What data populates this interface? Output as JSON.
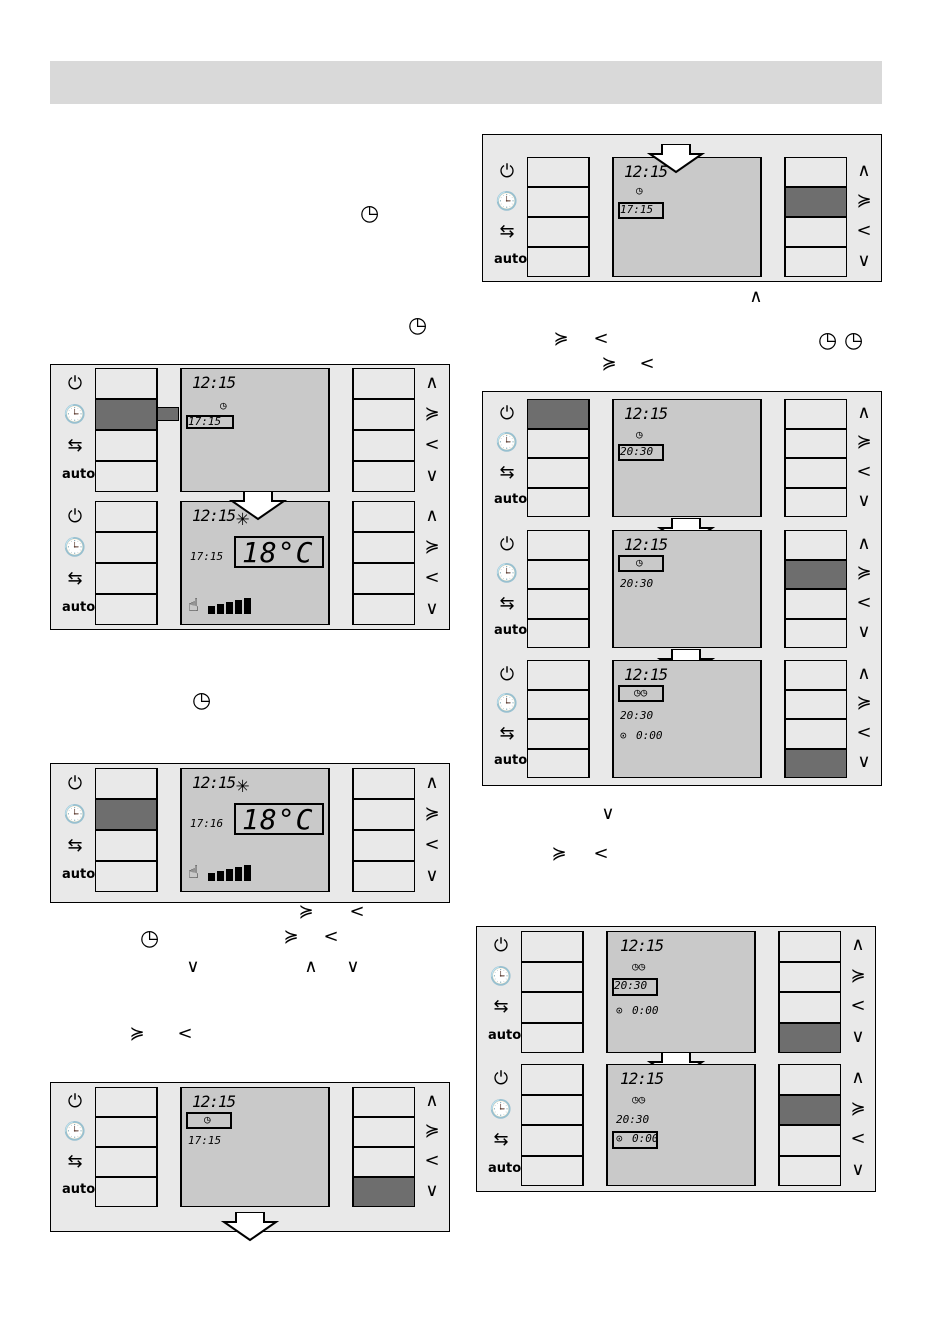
{
  "icons": {
    "power": "⏻",
    "clock": "🕒",
    "swap": "⇆",
    "auto": "auto",
    "up": "∧",
    "down": "∨",
    "plus": "≽",
    "minus": "<",
    "snow": "✳",
    "hand": "☝"
  },
  "lcd": {
    "time": "12:15",
    "temp": "18°C",
    "t_1715": "17:15",
    "t_1716": "17:16",
    "t_2030": "20:30",
    "t_000": "0:00",
    "clock_on": "◷",
    "clock_pair": "◷◷",
    "off_sym": "⊙"
  }
}
